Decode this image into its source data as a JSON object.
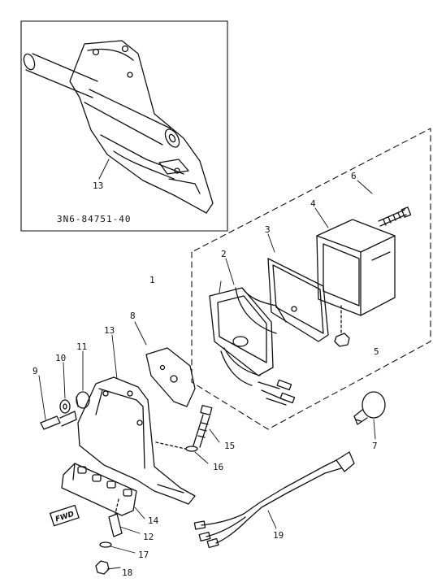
{
  "inset": {
    "part_code": "3N6-84751-40",
    "callout": "13"
  },
  "callouts": {
    "c1": "1",
    "c2": "2",
    "c3": "3",
    "c4": "4",
    "c5": "5",
    "c6": "6",
    "c7": "7",
    "c8": "8",
    "c9": "9",
    "c10": "10",
    "c11": "11",
    "c12": "12",
    "c13": "13",
    "c14": "14",
    "c15": "15",
    "c16": "16",
    "c17": "17",
    "c18": "18",
    "c19": "19"
  },
  "front_stamp": "FWD"
}
